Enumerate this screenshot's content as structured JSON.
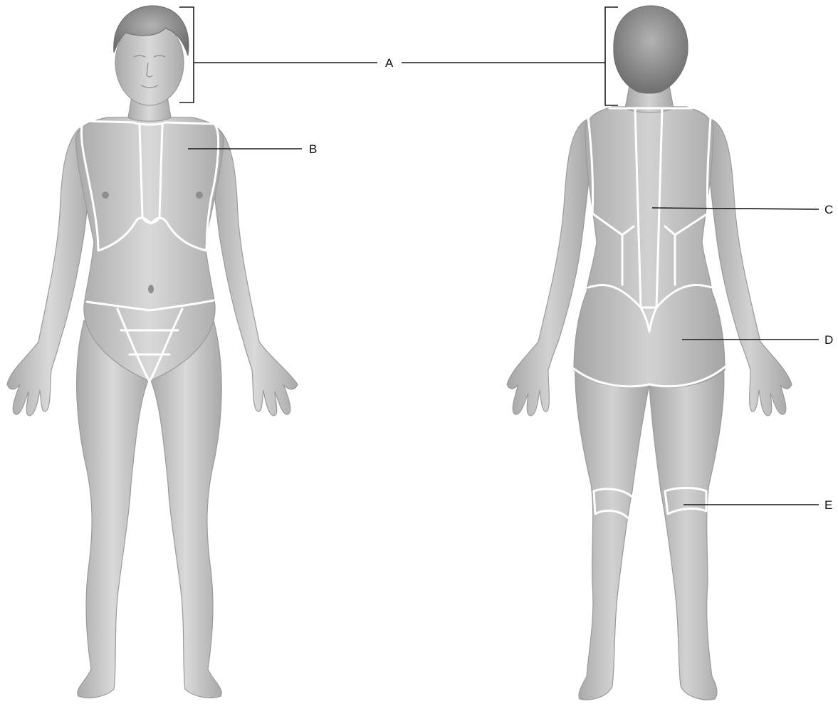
{
  "labels": {
    "a": "A",
    "b": "B",
    "c": "C",
    "d": "D",
    "e": "E"
  },
  "colors": {
    "skin_light": "#d6d6d6",
    "skin_dark": "#a8a8a8",
    "hair": "#8a8a8a",
    "region_outline": "#ffffff",
    "leader_line": "#1a1a1a"
  }
}
